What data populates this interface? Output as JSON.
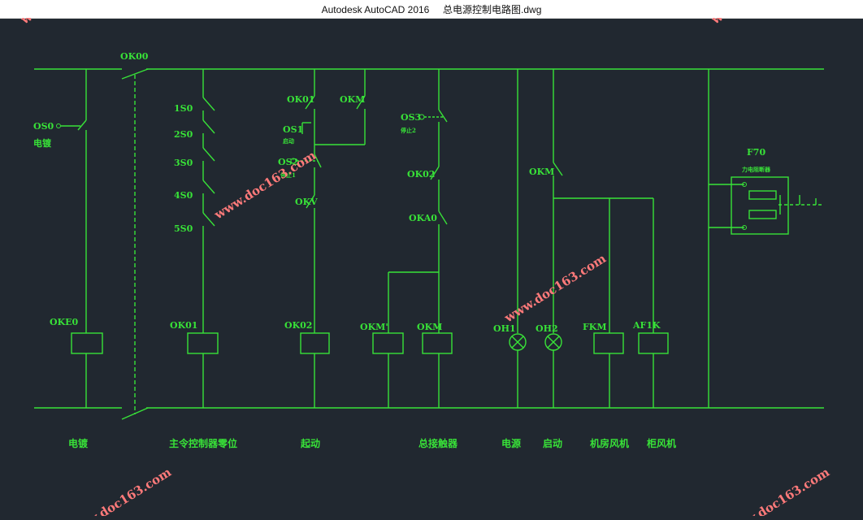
{
  "window": {
    "app_title": "Autodesk AutoCAD 2016",
    "file_name": "总电源控制电路图.dwg"
  },
  "colors": {
    "background": "#212830",
    "drawing": "#38e238",
    "watermark": "#ff7a7a"
  },
  "drawing": {
    "top_labels": {
      "main_switch": "OK00",
      "cable_switch": "OS0",
      "cable_switch_name": "电镀",
      "zero_contacts": [
        "1S0",
        "2S0",
        "3S0",
        "4S0",
        "5S0"
      ],
      "start_contact": "OK01",
      "hold_contact": "OKM",
      "start_button": "OS1",
      "start_button_note": "启动",
      "stop_button_1": "OS2",
      "stop_button_1_note": "停止1",
      "interlock_contact": "OKV",
      "stop_button_2": "OS3",
      "stop_button_2_note": "停止2",
      "contact_ok02": "OK02",
      "contact_oka0": "OKA0",
      "motor_contact": "OKM",
      "breaker": "F70",
      "breaker_note": "力电阻断器"
    },
    "coils": [
      "OKE0",
      "OK01",
      "OK02",
      "OKM'",
      "OKM",
      "OH1",
      "OH2",
      "FKM",
      "AF1K"
    ],
    "bottom_labels": [
      "电镀",
      "主令控制器零位",
      "起动",
      "总接触器",
      "电源",
      "启动",
      "机房风机",
      "柜风机"
    ]
  },
  "watermark": "www.doc163.com"
}
